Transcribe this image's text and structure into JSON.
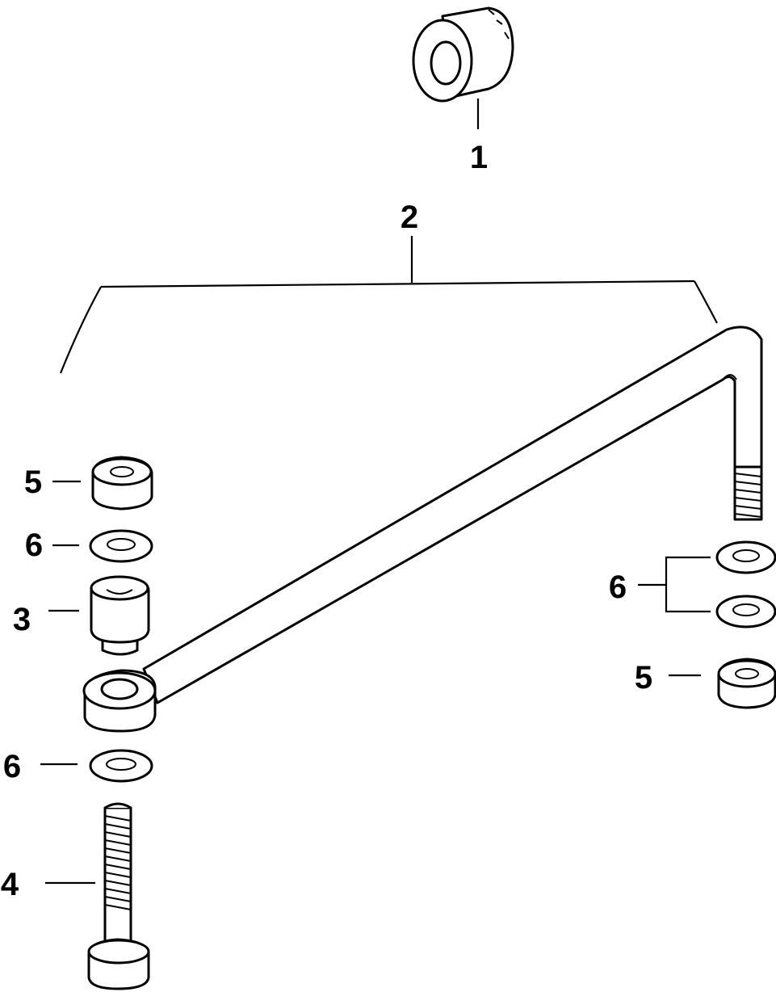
{
  "labels": {
    "p1": "1",
    "p2": "2",
    "p3": "3",
    "p4": "4",
    "p5_left": "5",
    "p6_left_top": "6",
    "p6_left_bottom": "6",
    "p6_right": "6",
    "p5_right": "5"
  }
}
